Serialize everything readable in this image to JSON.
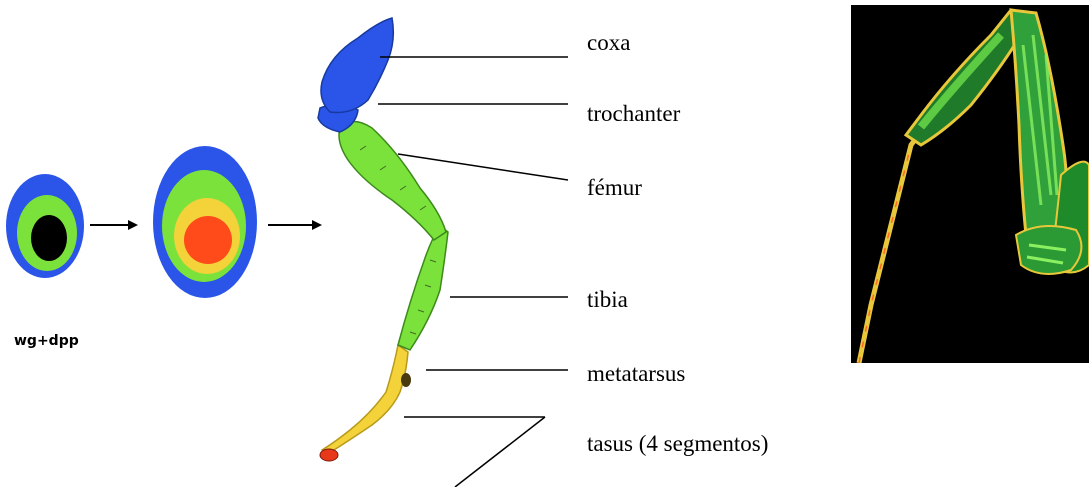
{
  "developmental_scheme": {
    "caption": "wg+dpp"
  },
  "leg_segments": {
    "coxa": "coxa",
    "trochanter": "trochanter",
    "femur": "fémur",
    "tibia": "tibia",
    "metatarsus": "metatarsus",
    "tarsus": "tasus (4 segmentos)"
  },
  "colors": {
    "proximal_blue": "#2a55e8",
    "femur_green": "#7be23c",
    "tarsus_yellow": "#f3d23a",
    "distal_red": "#ff4a1a",
    "center_black": "#000000",
    "photo_background": "#000000"
  }
}
